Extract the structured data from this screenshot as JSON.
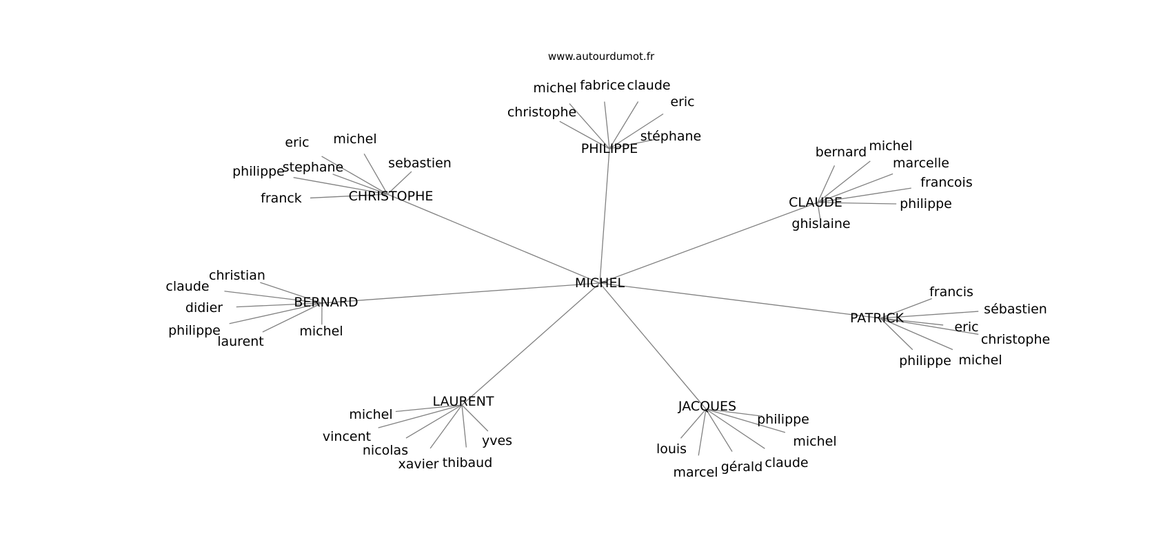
{
  "site": "www.autourdumot.fr",
  "center": "MICHEL",
  "clusters": [
    {
      "name": "PHILIPPE",
      "words": [
        "michel",
        "fabrice",
        "claude",
        "christophe",
        "eric",
        "stéphane"
      ]
    },
    {
      "name": "CHRISTOPHE",
      "words": [
        "eric",
        "michel",
        "sebastien",
        "stephane",
        "philippe",
        "franck"
      ]
    },
    {
      "name": "CLAUDE",
      "words": [
        "bernard",
        "michel",
        "marcelle",
        "francois",
        "philippe",
        "ghislaine"
      ]
    },
    {
      "name": "BERNARD",
      "words": [
        "christian",
        "claude",
        "didier",
        "philippe",
        "laurent",
        "michel"
      ]
    },
    {
      "name": "PATRICK",
      "words": [
        "francis",
        "sébastien",
        "eric",
        "christophe",
        "philippe",
        "michel"
      ]
    },
    {
      "name": "LAURENT",
      "words": [
        "michel",
        "vincent",
        "nicolas",
        "xavier",
        "thibaud",
        "yves"
      ]
    },
    {
      "name": "JACQUES",
      "words": [
        "philippe",
        "michel",
        "louis",
        "marcel",
        "gérald",
        "claude"
      ]
    }
  ]
}
